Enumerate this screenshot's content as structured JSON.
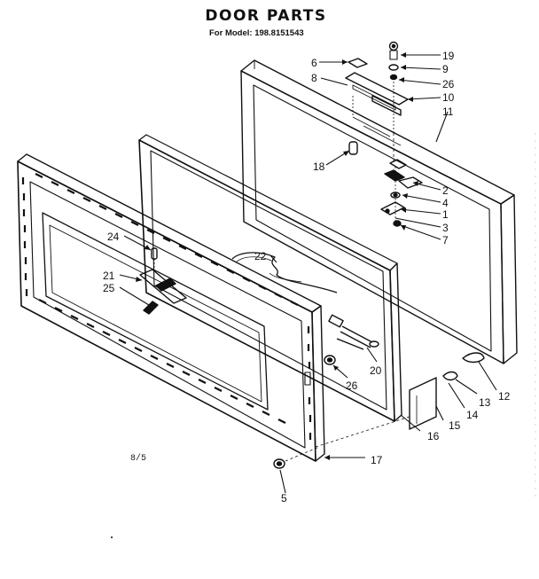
{
  "title": "DOOR PARTS",
  "model_line": "For Model: 198.8151543",
  "page_note": "8/5",
  "parts": [
    {
      "number": "1"
    },
    {
      "number": "2"
    },
    {
      "number": "3"
    },
    {
      "number": "4"
    },
    {
      "number": "5"
    },
    {
      "number": "6"
    },
    {
      "number": "7"
    },
    {
      "number": "8"
    },
    {
      "number": "9"
    },
    {
      "number": "10"
    },
    {
      "number": "11"
    },
    {
      "number": "12"
    },
    {
      "number": "13"
    },
    {
      "number": "14"
    },
    {
      "number": "15"
    },
    {
      "number": "16"
    },
    {
      "number": "17"
    },
    {
      "number": "18"
    },
    {
      "number": "19"
    },
    {
      "number": "20"
    },
    {
      "number": "21"
    },
    {
      "number": "22"
    },
    {
      "number": "24"
    },
    {
      "number": "25"
    },
    {
      "number": "26"
    }
  ],
  "colors": {
    "line": "#111111",
    "paper": "#ffffff"
  }
}
